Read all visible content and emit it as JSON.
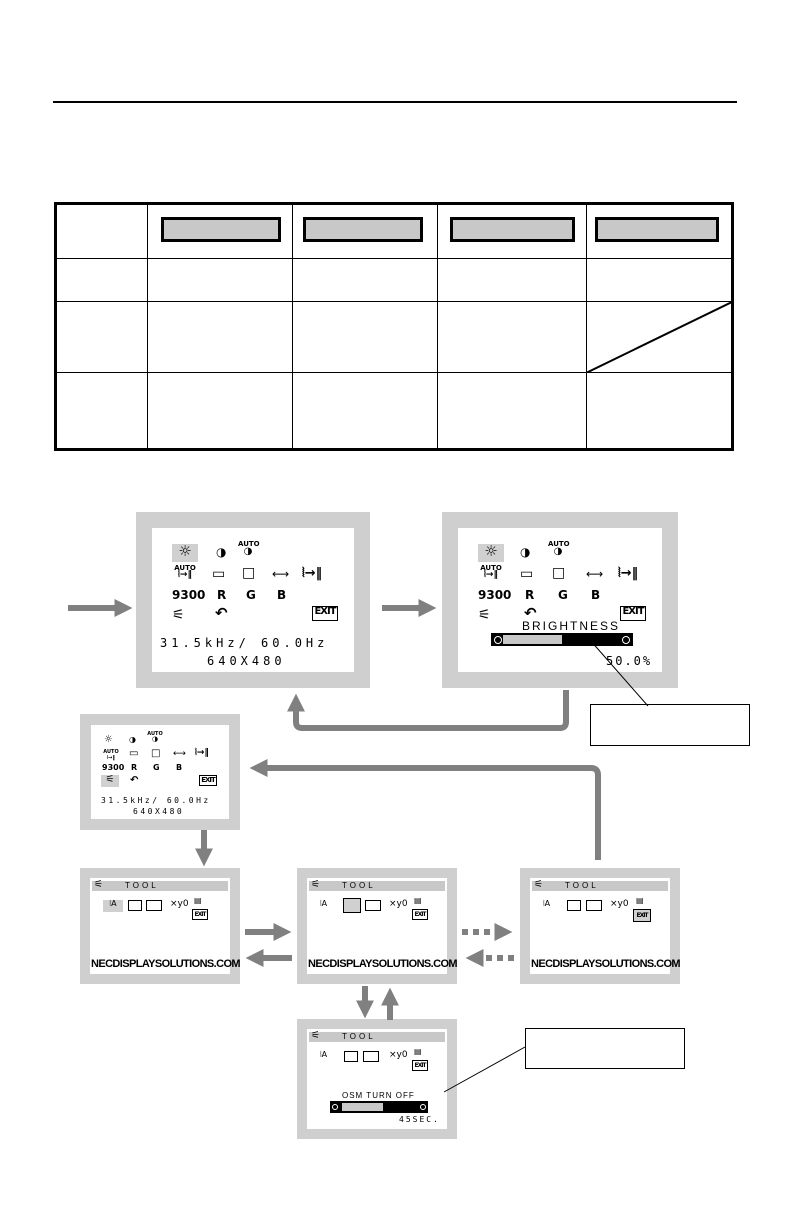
{
  "page": {
    "background": "#ffffff"
  },
  "colors": {
    "screen_frame": "#cfcfcf",
    "highlight": "#c8c8c8",
    "arrow": "#808080"
  },
  "table": {
    "header_boxes": [
      "",
      "",
      "",
      ""
    ],
    "rows": [
      [
        "",
        "",
        "",
        "",
        ""
      ],
      [
        "",
        "",
        "",
        "",
        ""
      ],
      [
        "",
        "",
        "",
        "",
        ""
      ]
    ]
  },
  "osm_icons": {
    "row1": [
      "sun-icon",
      "contrast-icon",
      "auto-contrast-icon"
    ],
    "row2": [
      "auto-adjust-icon",
      "h-position-icon",
      "v-position-icon",
      "h-size-icon",
      "fine-icon"
    ],
    "row3_labels": [
      "9300",
      "R",
      "G",
      "B"
    ],
    "row4": [
      "tool-icon",
      "reset-icon",
      "exit-icon"
    ],
    "auto_label": "AUTO",
    "exit_label": "EXIT"
  },
  "screen_main": {
    "freq": "31.5kHz/ 60.0Hz",
    "res": "640X480"
  },
  "screen_brightness": {
    "title": "BRIGHTNESS",
    "value": "50.0%",
    "fill_fraction": 0.5
  },
  "screen_tool_select": {
    "freq": "31.5kHz/ 60.0Hz",
    "res": "640X480"
  },
  "tool_menu": {
    "title": "TOOL",
    "icons": [
      "language-icon",
      "osm-position-icon",
      "osm-turn-off-icon",
      "osm-lockout-icon",
      "information-icon"
    ],
    "exit_label": "EXIT",
    "url": "NECDISPLAYSOLUTIONS.COM"
  },
  "screen_osm_turnoff": {
    "label": "OSM TURN OFF",
    "value": "45SEC.",
    "fill_fraction": 0.55
  },
  "callouts": [
    "",
    ""
  ]
}
